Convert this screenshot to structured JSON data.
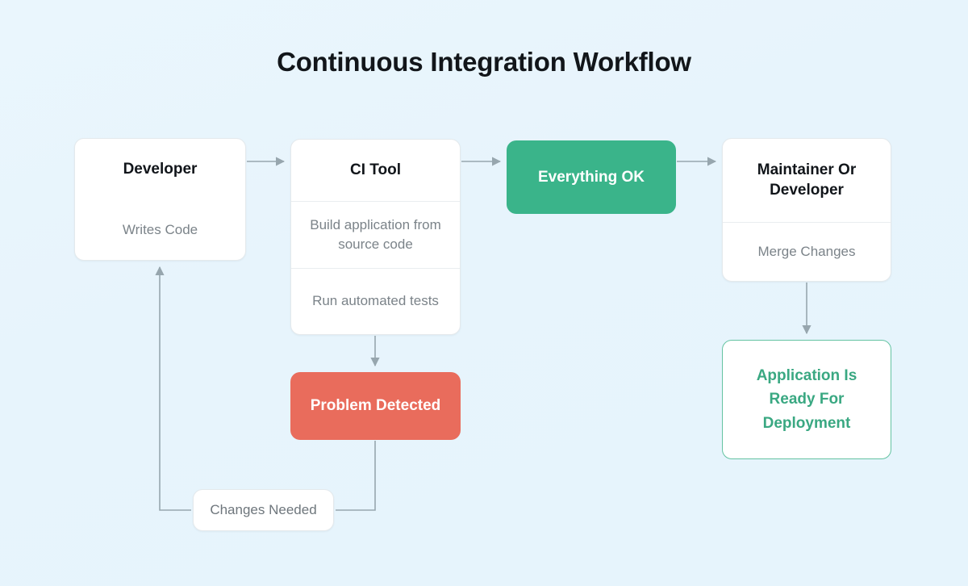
{
  "title": "Continuous Integration Workflow",
  "theme": {
    "background": "#e6f4fc",
    "success": "#3ab48a",
    "danger": "#e96c5c",
    "ready_text": "#3aa882",
    "ready_border": "#64c3a2",
    "connector": "#97a6ae",
    "title_text": "#12161a",
    "heading_text": "#11151a",
    "muted_text": "#7b8389"
  },
  "nodes": {
    "developer": {
      "title": "Developer",
      "detail": "Writes Code"
    },
    "ci_tool": {
      "title": "CI Tool",
      "step1": "Build application from source code",
      "step2": "Run automated tests"
    },
    "everything_ok": {
      "label": "Everything OK"
    },
    "maintainer": {
      "title": "Maintainer Or Developer",
      "detail": "Merge Changes"
    },
    "problem_detected": {
      "label": "Problem Detected"
    },
    "app_ready": {
      "label": "Application Is Ready For Deployment"
    },
    "changes_needed": {
      "label": "Changes Needed"
    }
  },
  "connectors": [
    {
      "name": "developer-to-ci-tool",
      "from": "developer",
      "to": "ci_tool",
      "direction": "right"
    },
    {
      "name": "ci-tool-to-everything-ok",
      "from": "ci_tool",
      "to": "everything_ok",
      "direction": "right"
    },
    {
      "name": "everything-ok-to-maintainer",
      "from": "everything_ok",
      "to": "maintainer",
      "direction": "right"
    },
    {
      "name": "ci-tool-to-problem-detected",
      "from": "ci_tool",
      "to": "problem_detected",
      "direction": "down"
    },
    {
      "name": "maintainer-to-app-ready",
      "from": "maintainer",
      "to": "app_ready",
      "direction": "down"
    },
    {
      "name": "problem-detected-to-developer",
      "from": "problem_detected",
      "to": "developer",
      "direction": "up",
      "label": "Changes Needed"
    }
  ]
}
